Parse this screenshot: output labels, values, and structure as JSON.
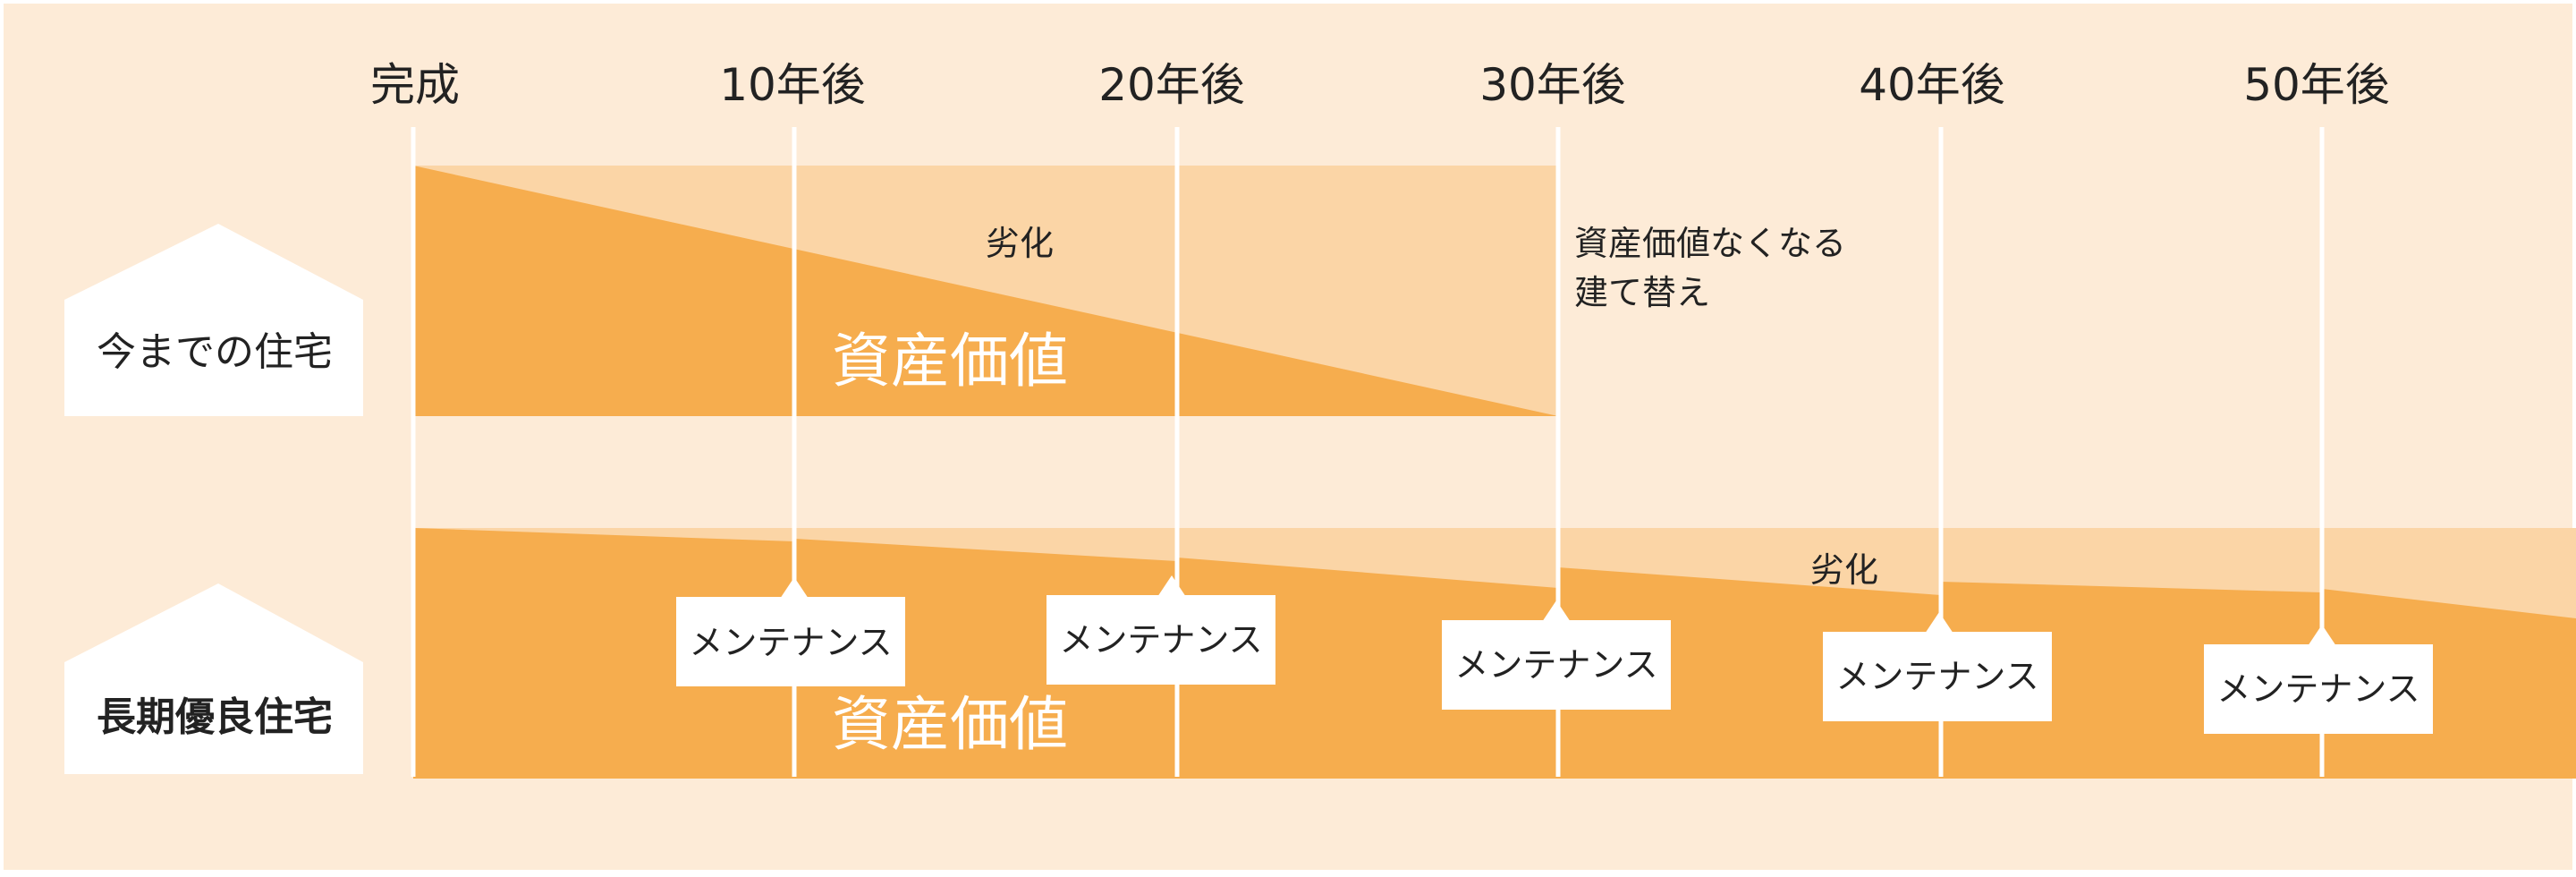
{
  "timeline": {
    "labels": [
      "完成",
      "10年後",
      "20年後",
      "30年後",
      "40年後",
      "50年後"
    ]
  },
  "rows": {
    "conventional": {
      "label": "今までの住宅",
      "degradation_label": "劣化",
      "asset_label": "資産価値",
      "end_note_line1": "資産価値なくなる",
      "end_note_line2": "建て替え"
    },
    "long_term": {
      "label": "長期優良住宅",
      "degradation_label": "劣化",
      "asset_label": "資産価値",
      "maintenance_labels": [
        "メンテナンス",
        "メンテナンス",
        "メンテナンス",
        "メンテナンス",
        "メンテナンス"
      ]
    }
  },
  "colors": {
    "background": "#fdebd7",
    "band_light": "#fbd5a6",
    "band_dark": "#f6ad4e",
    "white": "#ffffff",
    "text": "#222222"
  }
}
